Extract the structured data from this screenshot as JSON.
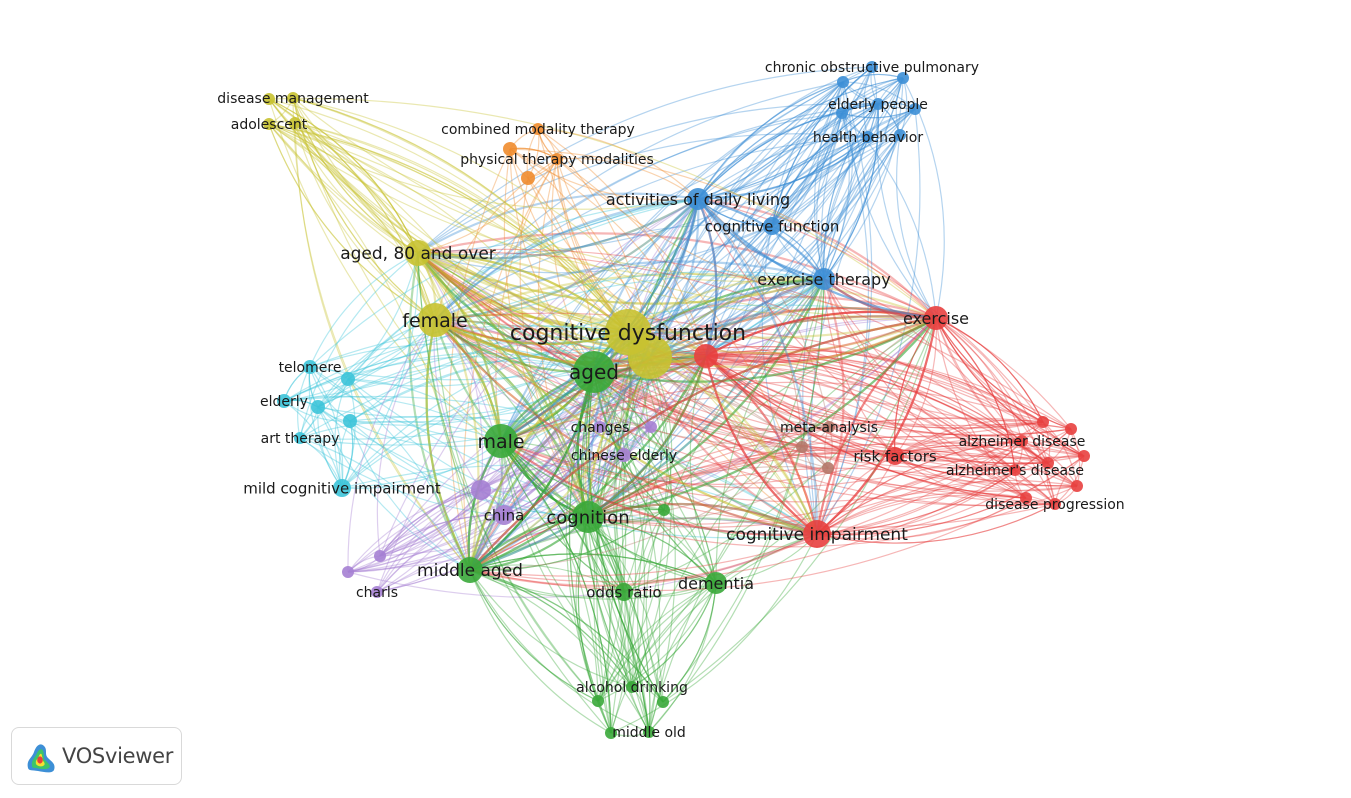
{
  "brand": {
    "logo_text": "VOSviewer",
    "logo_icon": "vosviewer-density-icon"
  },
  "clusters": {
    "red": "#e8403f",
    "green": "#3aa83a",
    "blue": "#3d8fd6",
    "yellow": "#c8c231",
    "purple": "#a57fd3",
    "cyan": "#3dc4d9",
    "orange": "#f08c2e",
    "brown": "#b5796a"
  },
  "labels": {
    "cognitive_dysfunction": "cognitive dysfunction",
    "aged": "aged",
    "female": "female",
    "male": "male",
    "aged_80": "aged, 80 and over",
    "cognition": "cognition",
    "middle_aged": "middle aged",
    "cognitive_impairment": "cognitive impairment",
    "exercise": "exercise",
    "exercise_therapy": "exercise therapy",
    "activities_daily_living": "activities of daily living",
    "cognitive_function": "cognitive function",
    "chronic_obstructive": "chronic obstructive pulmonary",
    "elderly_people": "elderly people",
    "health_behavior": "health behavior",
    "combined_modality": "combined modality therapy",
    "physical_therapy": "physical therapy modalities",
    "disease_management": "disease management",
    "adolescent": "adolescent",
    "telomere": "telomere",
    "elderly": "elderly",
    "art_therapy": "art therapy",
    "mild_cognitive_impairment": "mild cognitive impairment",
    "china": "china",
    "changes": "changes",
    "chinese_elderly": "chinese elderly",
    "charls": "charls",
    "odds_ratio": "odds ratio",
    "dementia": "dementia",
    "alcohol_drinking": "alcohol drinking",
    "middle_old": "middle old",
    "risk_factors": "risk factors",
    "meta_analysis": "meta-analysis",
    "alzheimer_disease": "alzheimer disease",
    "alzheimers_disease": "alzheimer's disease",
    "disease_progression": "disease progression"
  }
}
